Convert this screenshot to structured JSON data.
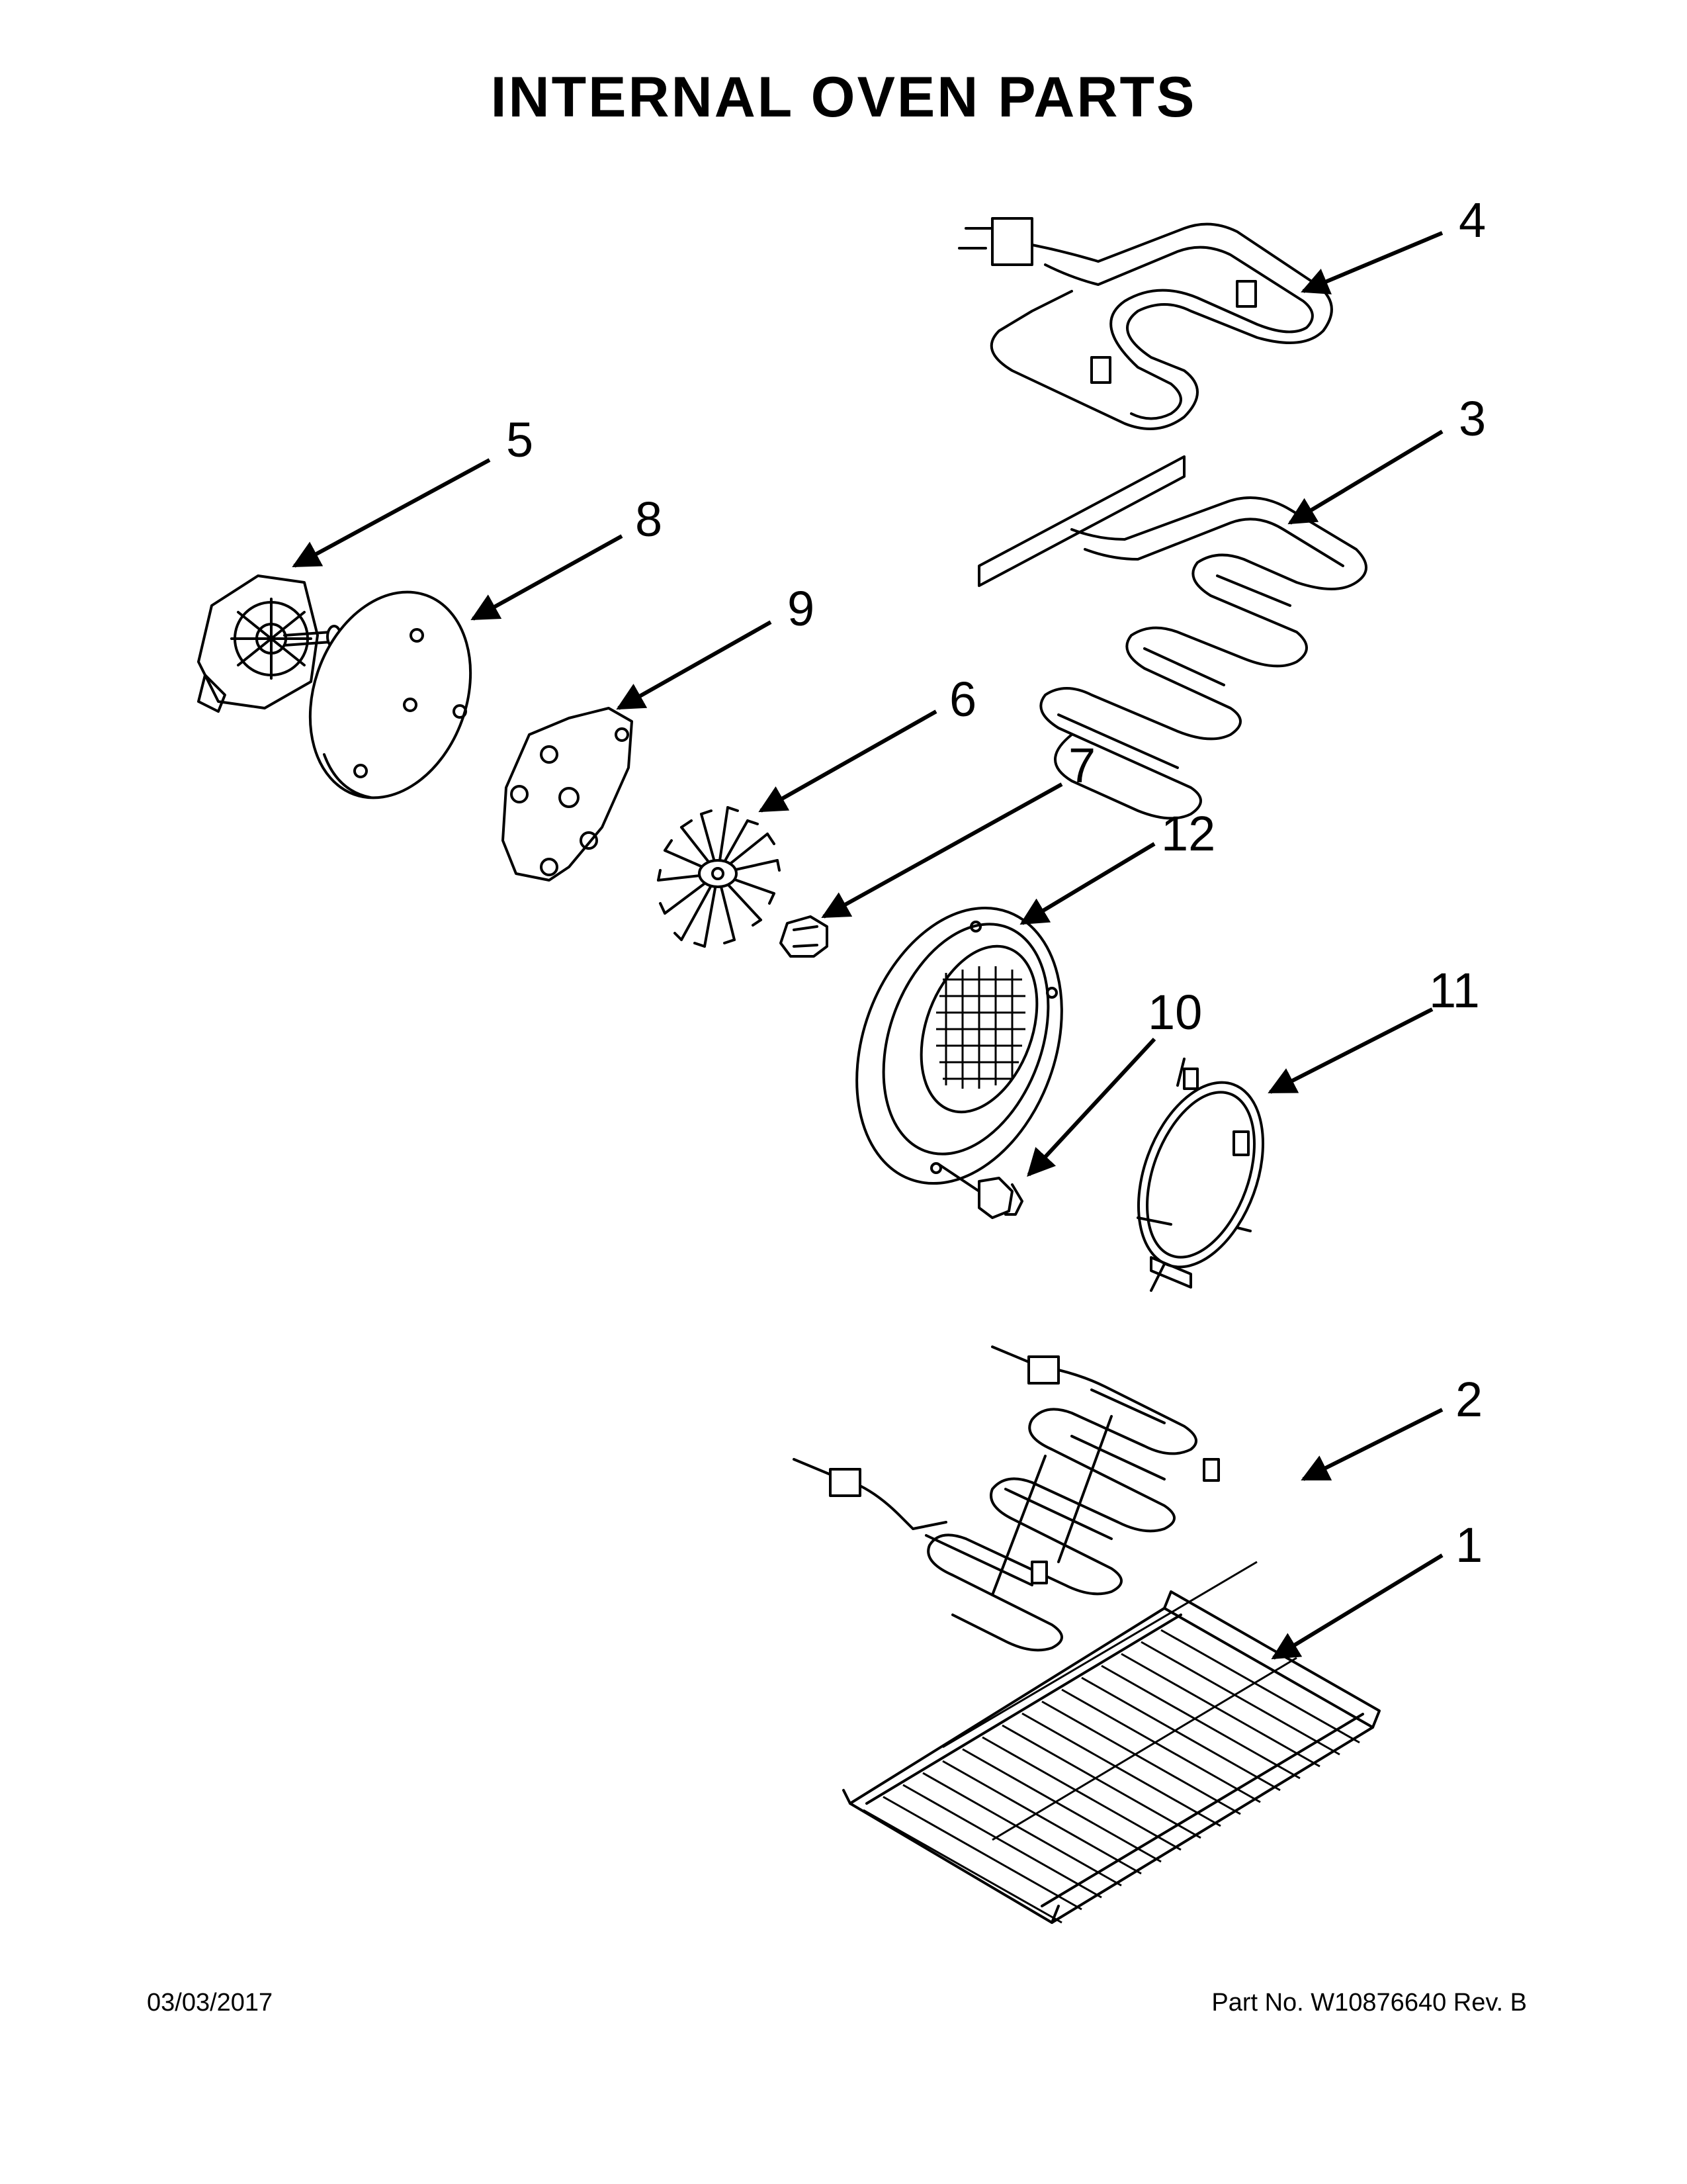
{
  "title": "INTERNAL OVEN PARTS",
  "footer": {
    "date": "03/03/2017",
    "part_info": "Part No.  W10876640  Rev.  B"
  },
  "callouts": [
    {
      "id": "1",
      "label": "1"
    },
    {
      "id": "2",
      "label": "2"
    },
    {
      "id": "3",
      "label": "3"
    },
    {
      "id": "4",
      "label": "4"
    },
    {
      "id": "5",
      "label": "5"
    },
    {
      "id": "6",
      "label": "6"
    },
    {
      "id": "7",
      "label": "7"
    },
    {
      "id": "8",
      "label": "8"
    },
    {
      "id": "9",
      "label": "9"
    },
    {
      "id": "10",
      "label": "10"
    },
    {
      "id": "11",
      "label": "11"
    },
    {
      "id": "12",
      "label": "12"
    }
  ]
}
